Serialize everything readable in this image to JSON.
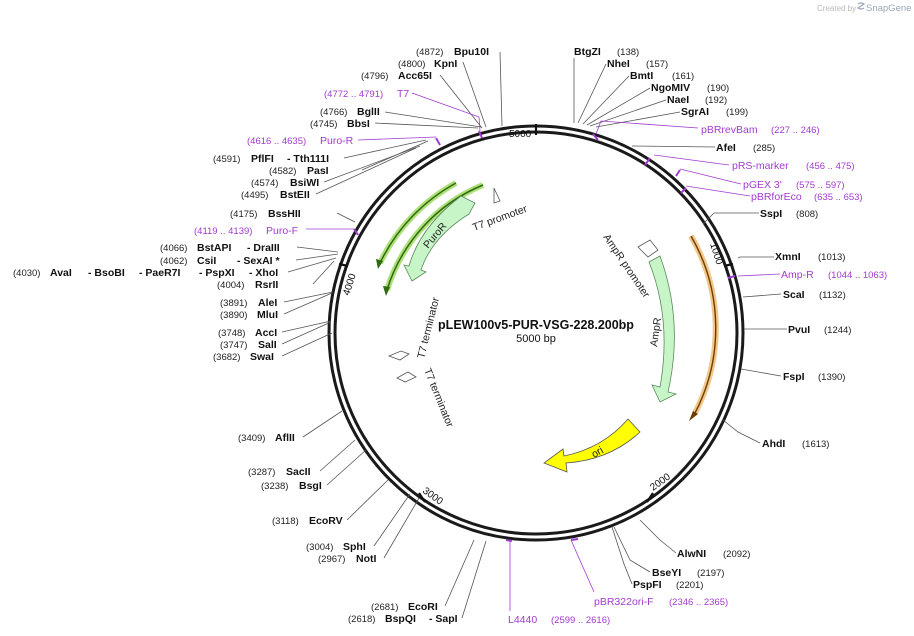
{
  "header": {
    "created_by": "Created by",
    "app_name": "SnapGene"
  },
  "plasmid": {
    "name": "pLEW100v5-PUR-VSG-228.200bp",
    "size_label": "5000 bp",
    "length": 5000
  },
  "ticks": [
    {
      "pos": 1000,
      "label": "1000"
    },
    {
      "pos": 2000,
      "label": "2000"
    },
    {
      "pos": 3000,
      "label": "3000"
    },
    {
      "pos": 4000,
      "label": "4000"
    },
    {
      "pos": 5000,
      "label": "5000"
    }
  ],
  "sites": [
    {
      "name": "BtgZI",
      "pos": "(138)"
    },
    {
      "name": "NheI",
      "pos": "(157)"
    },
    {
      "name": "BmtI",
      "pos": "(161)"
    },
    {
      "name": "NgoMIV",
      "pos": "(190)"
    },
    {
      "name": "NaeI",
      "pos": "(192)"
    },
    {
      "name": "SgrAI",
      "pos": "(199)"
    },
    {
      "name": "AfeI",
      "pos": "(285)"
    },
    {
      "name": "SspI",
      "pos": "(808)"
    },
    {
      "name": "XmnI",
      "pos": "(1013)"
    },
    {
      "name": "ScaI",
      "pos": "(1132)"
    },
    {
      "name": "PvuI",
      "pos": "(1244)"
    },
    {
      "name": "FspI",
      "pos": "(1390)"
    },
    {
      "name": "AhdI",
      "pos": "(1613)"
    },
    {
      "name": "AlwNI",
      "pos": "(2092)"
    },
    {
      "name": "BseYI",
      "pos": "(2197)"
    },
    {
      "name": "PspFI",
      "pos": "(2201)"
    },
    {
      "name": "Bpu10I",
      "pos": "(4872)"
    },
    {
      "name": "KpnI",
      "pos": "(4800)"
    },
    {
      "name": "Acc65I",
      "pos": "(4796)"
    },
    {
      "name": "BglII",
      "pos": "(4766)"
    },
    {
      "name": "BbsI",
      "pos": "(4745)"
    },
    {
      "name": "PflFI",
      "pos": "(4591)"
    },
    {
      "name": "- Tth111I",
      "pos": ""
    },
    {
      "name": "PasI",
      "pos": "(4582)"
    },
    {
      "name": "BsiWI",
      "pos": "(4574)"
    },
    {
      "name": "BstEII",
      "pos": "(4495)"
    },
    {
      "name": "BssHII",
      "pos": "(4175)"
    },
    {
      "name": "BstAPI",
      "pos": "(4066)"
    },
    {
      "name": "- DraIII",
      "pos": ""
    },
    {
      "name": "CsiI",
      "pos": "(4062)"
    },
    {
      "name": "- SexAI *",
      "pos": ""
    },
    {
      "name": "AvaI",
      "pos": "(4030)"
    },
    {
      "name": "- BsoBI",
      "pos": ""
    },
    {
      "name": "- PaeR7I",
      "pos": ""
    },
    {
      "name": "- PspXI",
      "pos": ""
    },
    {
      "name": "- XhoI",
      "pos": ""
    },
    {
      "name": "RsrII",
      "pos": "(4004)"
    },
    {
      "name": "AleI",
      "pos": "(3891)"
    },
    {
      "name": "MluI",
      "pos": "(3890)"
    },
    {
      "name": "AccI",
      "pos": "(3748)"
    },
    {
      "name": "SalI",
      "pos": "(3747)"
    },
    {
      "name": "SwaI",
      "pos": "(3682)"
    },
    {
      "name": "AflII",
      "pos": "(3409)"
    },
    {
      "name": "SacII",
      "pos": "(3287)"
    },
    {
      "name": "BsgI",
      "pos": "(3238)"
    },
    {
      "name": "EcoRV",
      "pos": "(3118)"
    },
    {
      "name": "SphI",
      "pos": "(3004)"
    },
    {
      "name": "NotI",
      "pos": "(2967)"
    },
    {
      "name": "EcoRI",
      "pos": "(2681)"
    },
    {
      "name": "BspQI",
      "pos": "(2618)"
    },
    {
      "name": "- SapI",
      "pos": ""
    }
  ],
  "primers": [
    {
      "name": "T7",
      "range": "(4772 .. 4791)"
    },
    {
      "name": "Puro-R",
      "range": "(4616 .. 4635)"
    },
    {
      "name": "Puro-F",
      "range": "(4119 .. 4139)"
    },
    {
      "name": "pBRrevBam",
      "range": "(227 .. 246)"
    },
    {
      "name": "pRS-marker",
      "range": "(456 .. 475)"
    },
    {
      "name": "pGEX 3'",
      "range": "(575 .. 597)"
    },
    {
      "name": "pBRforEco",
      "range": "(635 .. 653)"
    },
    {
      "name": "Amp-R",
      "range": "(1044 .. 1063)"
    },
    {
      "name": "pBR322ori-F",
      "range": "(2346 .. 2365)"
    },
    {
      "name": "L4440",
      "range": "(2599 .. 2616)"
    }
  ],
  "features": [
    {
      "name": "AmpR promoter"
    },
    {
      "name": "AmpR"
    },
    {
      "name": "ori"
    },
    {
      "name": "PuroR"
    },
    {
      "name": "T7 promoter"
    },
    {
      "name": "T7 terminator"
    },
    {
      "name": "T7 terminator"
    }
  ],
  "colors": {
    "primer": "#a23bd0",
    "ampr": "#c8f5c8",
    "ori": "#ffff00",
    "orf_orange": "#e6a040",
    "orf_green": "#3d7d1a"
  }
}
